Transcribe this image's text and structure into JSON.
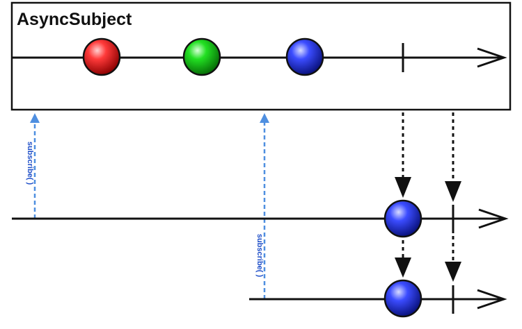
{
  "diagram": {
    "title": "AsyncSubject",
    "subscribe_label": "subscribe( )",
    "colors": {
      "line": "#111111",
      "subscribe_arrow": "#4f8fe0",
      "subscribe_text": "#1f4fc8",
      "marble_red": "#e01010",
      "marble_green": "#12cc12",
      "marble_blue": "#1a2ee0"
    },
    "source_emissions": [
      {
        "color": "red"
      },
      {
        "color": "green"
      },
      {
        "color": "blue"
      }
    ],
    "source_completes": true,
    "subscribers": [
      {
        "emits": [
          "blue"
        ],
        "completes": true
      },
      {
        "emits": [
          "blue"
        ],
        "completes": true
      }
    ]
  }
}
